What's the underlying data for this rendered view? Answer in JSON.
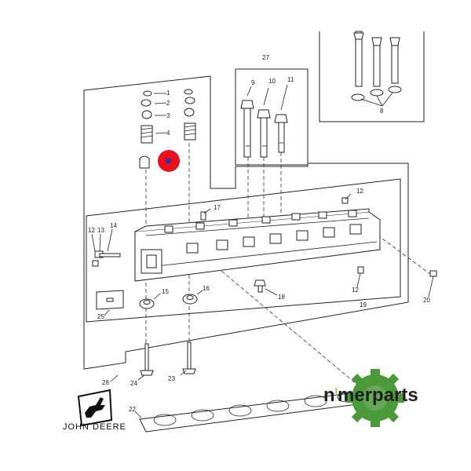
{
  "callouts": {
    "c1": "1",
    "c2": "2",
    "c3": "3",
    "c4": "4",
    "c8": "8",
    "c9": "9",
    "c10": "10",
    "c11": "11",
    "c12a": "12",
    "c12b": "12",
    "c12c": "12",
    "c13": "13",
    "c14": "14",
    "c15": "15",
    "c16": "16",
    "c17": "17",
    "c18": "18",
    "c19": "19",
    "c20": "20",
    "c22": "22",
    "c23": "23",
    "c24": "24",
    "c25": "25",
    "c27": "27",
    "c28": "28"
  },
  "branding": {
    "manufacturer": "JOHN DEERE",
    "dealer_prefix": "n",
    "dealer_rest": "merparts"
  },
  "highlight": {
    "color": "#e8101c",
    "marker_color": "#3333aa"
  }
}
